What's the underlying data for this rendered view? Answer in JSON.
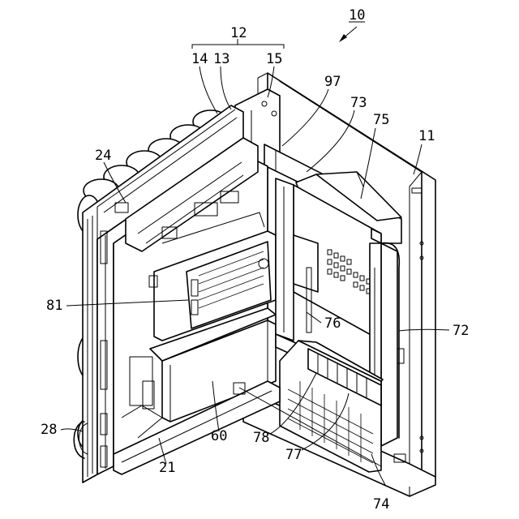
{
  "figure": {
    "labels": {
      "ref_10": "10",
      "ref_12": "12",
      "ref_14": "14",
      "ref_13": "13",
      "ref_15": "15",
      "ref_97": "97",
      "ref_73": "73",
      "ref_75": "75",
      "ref_11": "11",
      "ref_24": "24",
      "ref_81": "81",
      "ref_76": "76",
      "ref_72": "72",
      "ref_28": "28",
      "ref_60": "60",
      "ref_78": "78",
      "ref_77": "77",
      "ref_21": "21",
      "ref_74": "74"
    }
  }
}
